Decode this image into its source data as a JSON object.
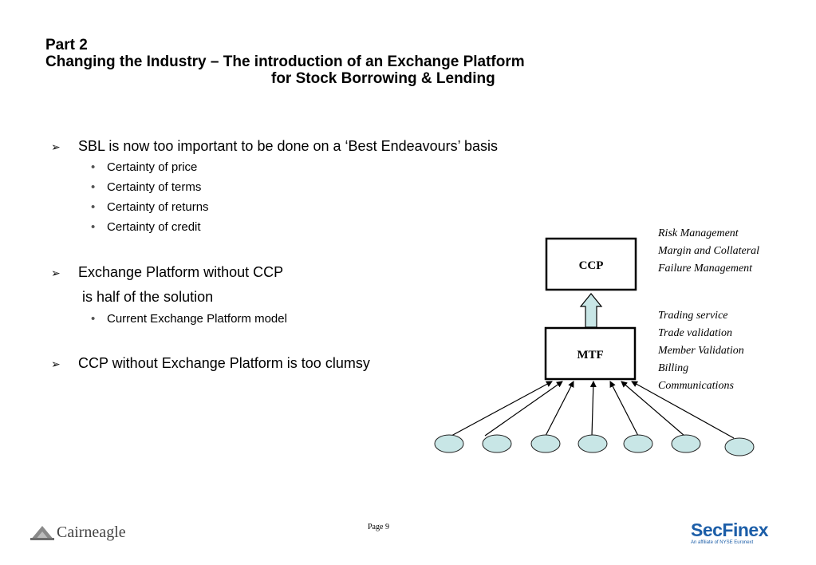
{
  "title": {
    "line1": "Part 2",
    "line2": "Changing the Industry – The introduction of an  Exchange Platform",
    "line3": "for Stock Borrowing & Lending"
  },
  "bullets": {
    "arrow": "➢",
    "dot": "•",
    "b1": {
      "text": "SBL is now too important to be done on a ‘Best Endeavours’ basis",
      "subs": [
        "Certainty of price",
        "Certainty of terms",
        "Certainty of returns",
        "Certainty of credit"
      ]
    },
    "b2": {
      "text": "Exchange Platform without CCP",
      "continuation": "is half of the solution",
      "subs": [
        "Current Exchange Platform model"
      ]
    },
    "b3": {
      "text": "CCP without Exchange Platform is too clumsy"
    }
  },
  "diagram": {
    "ccp_label": "CCP",
    "mtf_label": "MTF",
    "ccp_notes": [
      "Risk Management",
      "Margin and Collateral",
      "Failure Management"
    ],
    "mtf_notes": [
      "Trading service",
      "Trade validation",
      "Member Validation",
      "Billing",
      "Communications"
    ],
    "node_color": "#c8e6e6",
    "arrow_fill": "#c8e6e6"
  },
  "footer": {
    "page": "Page 9",
    "left_logo": "Cairneagle",
    "right_logo_main": "SecFinex",
    "right_logo_affiliate": "An affiliate of NYSE Euronext"
  }
}
